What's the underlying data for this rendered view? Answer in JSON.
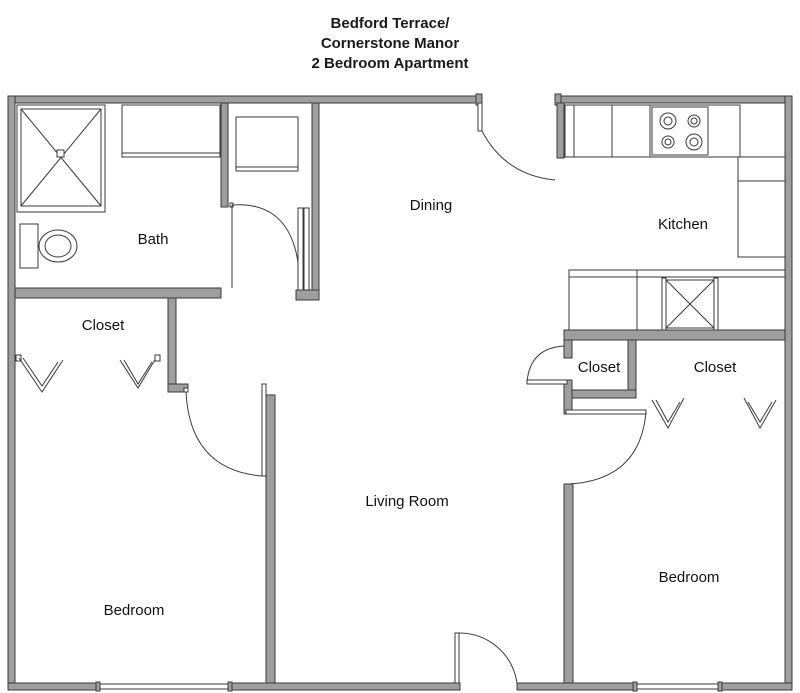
{
  "title": {
    "line1": "Bedford Terrace/",
    "line2": "Cornerstone Manor",
    "line3": "2 Bedroom Apartment"
  },
  "rooms": {
    "bath": "Bath",
    "dining": "Dining",
    "kitchen": "Kitchen",
    "closet_left": "Closet",
    "closet_mid": "Closet",
    "closet_right": "Closet",
    "living_room": "Living Room",
    "bedroom_left": "Bedroom",
    "bedroom_right": "Bedroom"
  },
  "colors": {
    "wall_fill": "#9e9e9e",
    "line": "#3a3a3a",
    "background": "#ffffff"
  }
}
